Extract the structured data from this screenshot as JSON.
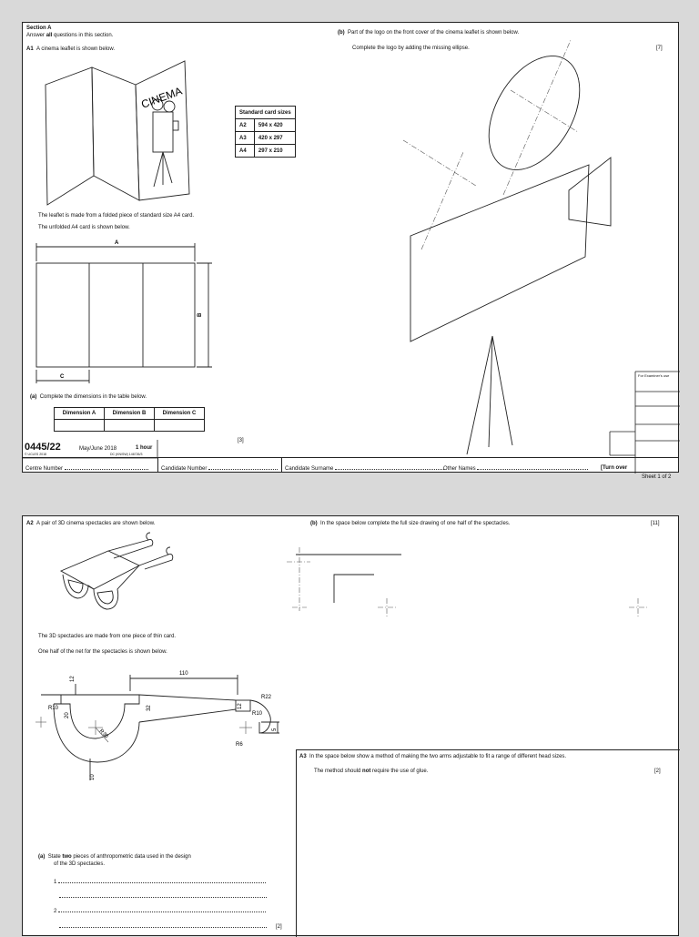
{
  "sheet1": {
    "section_title": "Section A",
    "instruction_prefix": "Answer ",
    "instruction_bold": "all",
    "instruction_suffix": " questions in this section.",
    "a1_number": "A1",
    "a1_text": "A cinema leaflet is shown below.",
    "cinema_word": "CINEMA",
    "card_table": {
      "header": "Standard card sizes",
      "rows": [
        {
          "size": "A2",
          "dims": "594 x 420"
        },
        {
          "size": "A3",
          "dims": "420 x 297"
        },
        {
          "size": "A4",
          "dims": "297 x 210"
        }
      ]
    },
    "leaflet_text1": "The leaflet is made from a folded piece of standard size A4 card.",
    "leaflet_text2": "The unfolded A4 card is shown below.",
    "dim_label_a": "A",
    "dim_label_b": "B",
    "dim_label_c": "C",
    "qa_label": "(a)",
    "qa_text": "Complete the dimensions in the table below.",
    "dim_table_headers": [
      "Dimension A",
      "Dimension B",
      "Dimension C"
    ],
    "qa_marks": "[3]",
    "qb_label": "(b)",
    "qb_text1": "Part of the logo on the front cover of the cinema leaflet is shown below.",
    "qb_text2": "Complete the logo by adding the missing ellipse.",
    "qb_marks": "[7]",
    "examiner_box": "For Examiner's use",
    "paper_code": "0445/22",
    "session": "May/June 2018",
    "duration": "1 hour",
    "copyright": "© UCLES 2018",
    "doc_ref": "DC (KN/SW) 146726/3",
    "footer": {
      "centre": "Centre Number",
      "candidate": "Candidate Number",
      "surname": "Candidate Surname",
      "other": "Other Names",
      "turn_over": "[Turn over"
    },
    "sheet_label": "Sheet 1 of 2"
  },
  "sheet2": {
    "a2_number": "A2",
    "a2_text": "A pair of 3D cinema spectacles are shown below.",
    "qb_label": "(b)",
    "qb_text": "In the space below complete the full size drawing of one half of the spectacles.",
    "qb_marks": "[11]",
    "spect_text1": "The 3D spectacles are made from one piece of thin card.",
    "spect_text2": "One half of the net for the spectacles is shown below.",
    "net_dims": {
      "d110": "110",
      "d12a": "12",
      "d20": "20",
      "d32": "32",
      "d12b": "12",
      "d10": "10",
      "d5": "5",
      "r10a": "R10",
      "r10b": "R10",
      "r22": "R22",
      "r6": "R6",
      "r30": "R30"
    },
    "qa_label": "(a)",
    "qa_text_prefix": "State ",
    "qa_text_bold": "two",
    "qa_text_suffix": " pieces of anthropometric data used in the design",
    "qa_text2": "of the 3D spectacles.",
    "answer_1": "1",
    "answer_2": "2",
    "qa_marks": "[2]",
    "a3_number": "A3",
    "a3_text": "In the space below show a method of making the two arms adjustable to fit a range of different head sizes.",
    "a3_text2_prefix": "The method should ",
    "a3_text2_bold": "not",
    "a3_text2_suffix": " require the use of glue.",
    "a3_marks": "[2]"
  }
}
